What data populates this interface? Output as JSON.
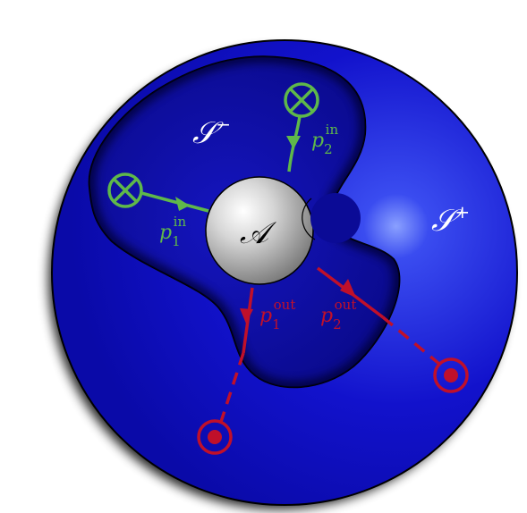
{
  "diagram": {
    "outer_region_symbol": "𝒮",
    "outer_region_sup": "+",
    "inner_region_symbol": "𝒮",
    "inner_region_sup": "−",
    "center_symbol": "𝒜",
    "incoming": [
      {
        "base": "p",
        "sub": "1",
        "sup": "in"
      },
      {
        "base": "p",
        "sub": "2",
        "sup": "in"
      }
    ],
    "outgoing": [
      {
        "base": "p",
        "sub": "1",
        "sup": "out"
      },
      {
        "base": "p",
        "sub": "2",
        "sup": "out"
      }
    ],
    "in_marker_icon": "circle-times-icon",
    "out_marker_icon": "circle-dot-icon",
    "colors": {
      "outer_fill": "#1010c8",
      "outer_highlight": "#6a7cff",
      "inner_fill": "#0a0a9a",
      "center_fill": "#c9c9c9",
      "incoming": "#5fb84a",
      "outgoing": "#c0102a",
      "label_light": "#ffffff"
    }
  }
}
